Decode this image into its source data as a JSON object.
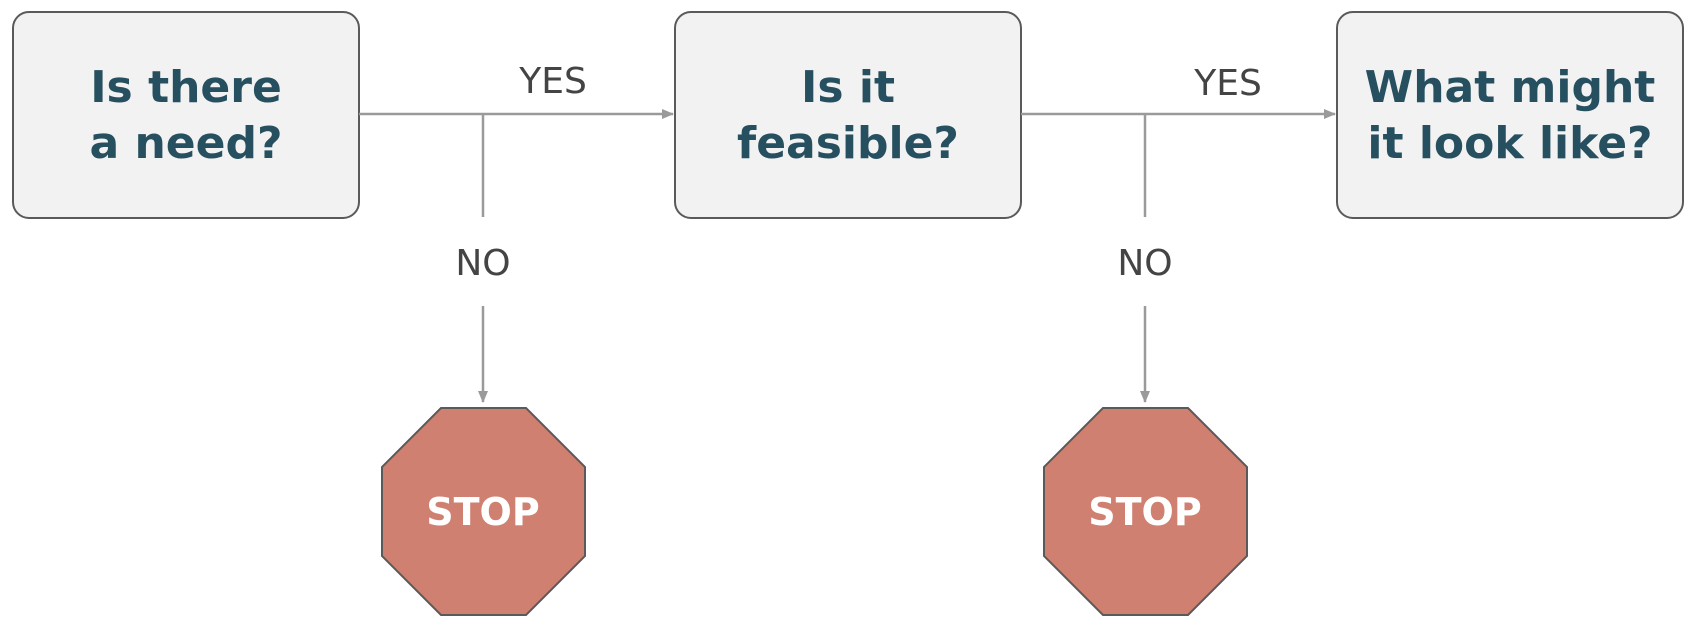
{
  "colors": {
    "box_fill": "#f2f2f2",
    "box_stroke": "#5a5a5a",
    "box_text": "#264f5f",
    "connector": "#9a9a9a",
    "edge_label": "#444444",
    "stop_fill": "#d08070",
    "stop_stroke": "#5a5a5a",
    "stop_text": "#ffffff"
  },
  "nodes": {
    "need": {
      "line1": "Is there",
      "line2": "a need?"
    },
    "feasible": {
      "line1": "Is it",
      "line2": "feasible?"
    },
    "look": {
      "line1": "What might",
      "line2": "it look like?"
    }
  },
  "edges": {
    "yes_1": "YES",
    "yes_2": "YES",
    "no_1": "NO",
    "no_2": "NO"
  },
  "stops": {
    "stop_1": "STOP",
    "stop_2": "STOP"
  }
}
